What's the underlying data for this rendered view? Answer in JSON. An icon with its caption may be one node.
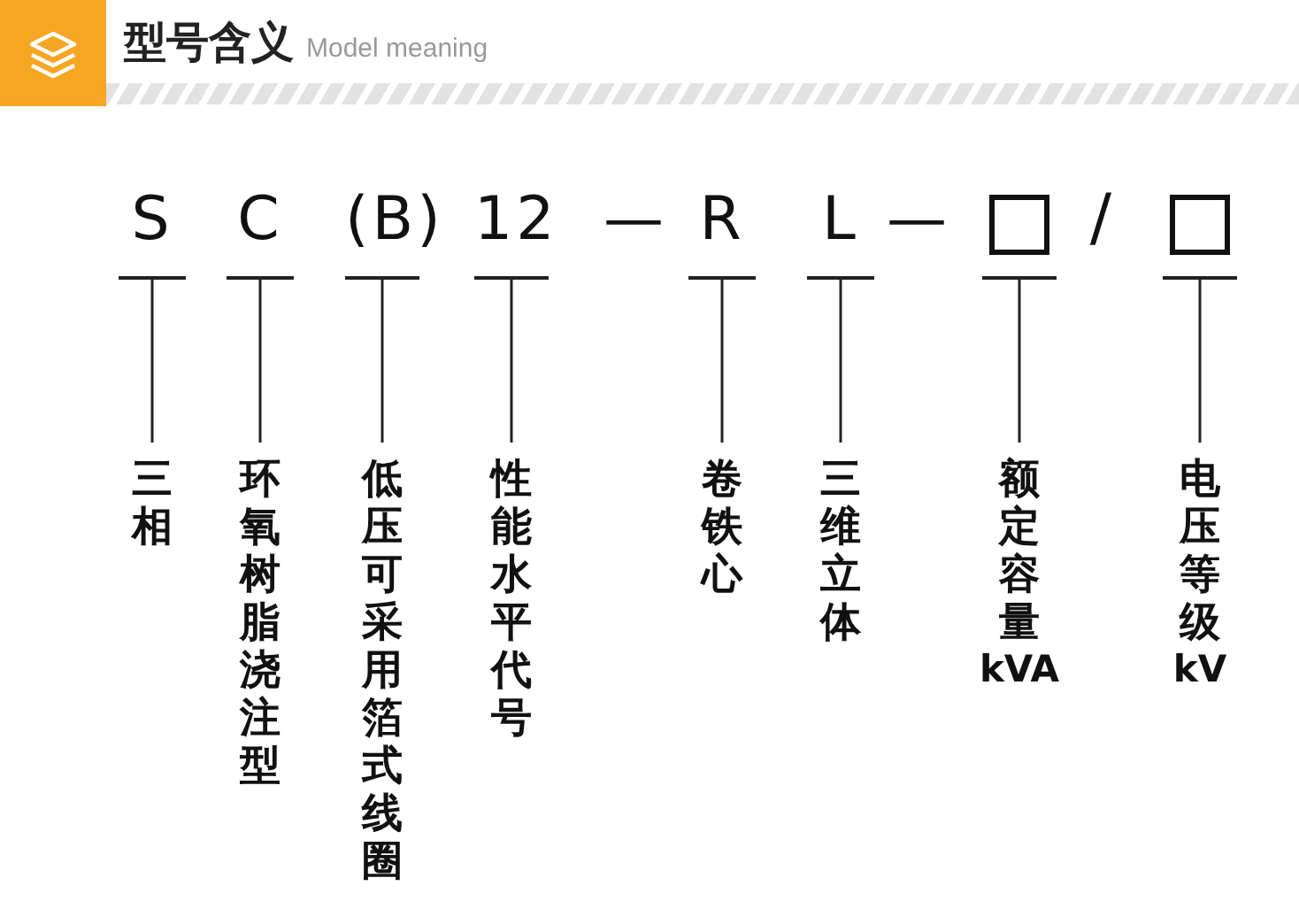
{
  "diagram": {
    "title": "型号含义",
    "nodes": [
      {
        "text": [
          "S"
        ]
      },
      {
        "text": [
          "三相"
        ]
      },
      {
        "text": [
          "C"
        ]
      },
      {
        "text": [
          "环氧树脂浇注型"
        ]
      },
      {
        "text": [
          "(B)"
        ]
      },
      {
        "text": [
          "低压可采用箔式线圈"
        ]
      },
      {
        "text": [
          "12"
        ]
      },
      {
        "text": [
          "性能水平代号"
        ]
      },
      {
        "text": [
          "R"
        ]
      },
      {
        "text": [
          "卷铁心"
        ]
      },
      {
        "text": [
          "L"
        ]
      },
      {
        "text": [
          "三维立体"
        ]
      },
      {
        "text": [],
        "shape": "box"
      },
      {
        "text": [
          "额定容量",
          "kVA"
        ]
      },
      {
        "text": [],
        "shape": "box"
      },
      {
        "text": [
          "电压等级",
          "kV"
        ]
      }
    ],
    "edges": [
      {
        "from": 0,
        "to": 1,
        "arrow": "none"
      },
      {
        "from": 2,
        "to": 3,
        "arrow": "none"
      },
      {
        "from": 4,
        "to": 5,
        "arrow": "none"
      },
      {
        "from": 6,
        "to": 7,
        "arrow": "none"
      },
      {
        "from": 8,
        "to": 9,
        "arrow": "none"
      },
      {
        "from": 10,
        "to": 11,
        "arrow": "none"
      },
      {
        "from": 12,
        "to": 13,
        "arrow": "none"
      },
      {
        "from": 14,
        "to": 15,
        "arrow": "none"
      }
    ],
    "labels": [
      "Model meaning",
      "—",
      "—",
      "/"
    ]
  }
}
